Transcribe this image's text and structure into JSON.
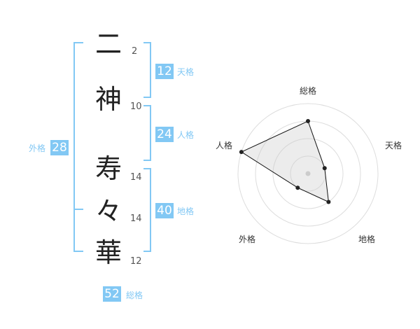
{
  "name": {
    "chars": [
      {
        "char": "二",
        "strokes": "2"
      },
      {
        "char": "神",
        "strokes": "10"
      },
      {
        "char": "寿",
        "strokes": "14"
      },
      {
        "char": "々",
        "strokes": "14"
      },
      {
        "char": "華",
        "strokes": "12"
      }
    ]
  },
  "kaku": {
    "tenkaku": {
      "value": "12",
      "label": "天格"
    },
    "jinkaku": {
      "value": "24",
      "label": "人格"
    },
    "chikaku": {
      "value": "40",
      "label": "地格"
    },
    "gaikaku": {
      "value": "28",
      "label": "外格"
    },
    "soukaku": {
      "value": "52",
      "label": "総格"
    }
  },
  "colors": {
    "accent": "#82c8f4",
    "text": "#222222"
  },
  "chart_data": {
    "type": "radar",
    "axes": [
      "総格",
      "天格",
      "地格",
      "外格",
      "人格"
    ],
    "values": [
      0.75,
      0.25,
      0.5,
      0.25,
      1.0
    ],
    "rings": 4,
    "grid": true
  }
}
